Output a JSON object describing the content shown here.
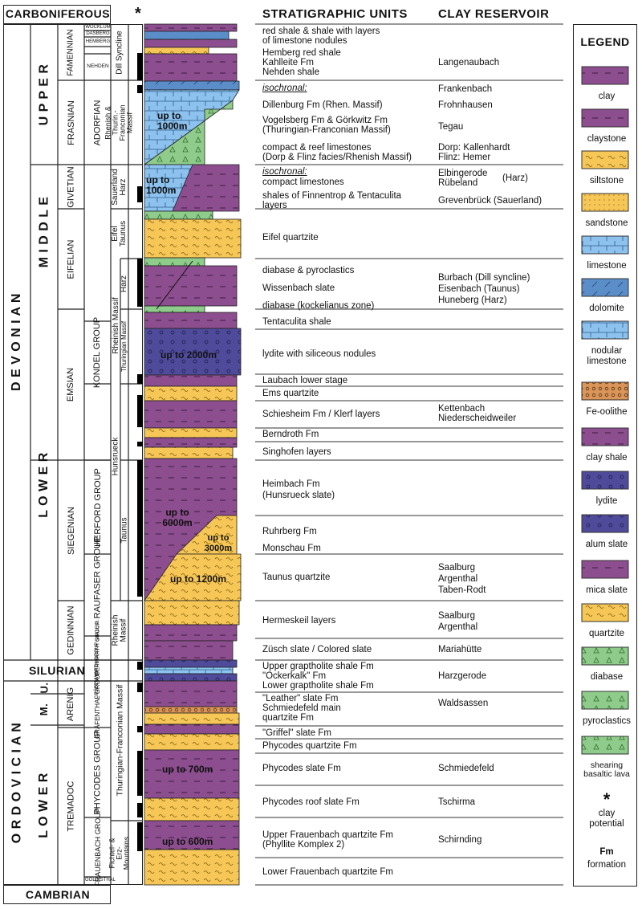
{
  "header": {
    "carboniferous": "CARBONIFEROUS",
    "star": "*",
    "units_title": "STRATIGRAPHIC UNITS",
    "reservoir_title": "CLAY RESERVOIR",
    "cambrian": "CAMBRIAN"
  },
  "systems": [
    {
      "id": "devonian",
      "label": "D E V O N I A N"
    },
    {
      "id": "silurian",
      "label": "SILURIAN"
    },
    {
      "id": "ordovician",
      "label": "O R D O V I C I A N"
    }
  ],
  "series": [
    {
      "id": "upper",
      "label": "U P P E R"
    },
    {
      "id": "middle",
      "label": "M I D D L E"
    },
    {
      "id": "lower-dev",
      "label": "L O W E R"
    },
    {
      "id": "u",
      "label": "U."
    },
    {
      "id": "m",
      "label": "M."
    },
    {
      "id": "lower-ord",
      "label": "L O W E R"
    }
  ],
  "stages": [
    {
      "id": "famennian",
      "label": "FAMENNIAN"
    },
    {
      "id": "frasnian",
      "label": "FRASNIAN"
    },
    {
      "id": "givetian",
      "label": "GIVETIAN"
    },
    {
      "id": "eifelian",
      "label": "EIFELIAN"
    },
    {
      "id": "emsian",
      "label": "EMSIAN"
    },
    {
      "id": "siegenian",
      "label": "SIEGENIAN"
    },
    {
      "id": "gedinnian",
      "label": "GEDINNIAN"
    },
    {
      "id": "arenig",
      "label": "ARENIG"
    },
    {
      "id": "tremadoc",
      "label": "TREMADOC"
    }
  ],
  "substages": [
    {
      "id": "wocklum",
      "label": "WOCKLUM"
    },
    {
      "id": "dasberg",
      "label": "DASBERG"
    },
    {
      "id": "hemberg",
      "label": "HEMBERG"
    },
    {
      "id": "nehden",
      "label": "NEHDEN"
    },
    {
      "id": "adorfian",
      "label": "ADORFIAN"
    },
    {
      "id": "kondel",
      "label": "KONDEL GROUP"
    },
    {
      "id": "herford",
      "label": "HERFORD GROUP"
    },
    {
      "id": "raufaser",
      "label": "RAUFASER GROUP"
    },
    {
      "id": "shaleg",
      "label": "SHALE G."
    },
    {
      "id": "gerwarth",
      "label": "GERWARTH GROUP"
    },
    {
      "id": "grafenwarth",
      "label": "GRÄFENWARTH GROUP"
    },
    {
      "id": "grafenthal",
      "label": "GRÄFENTHAL GROUP"
    },
    {
      "id": "phycodes",
      "label": "PHYCODES GROUP"
    },
    {
      "id": "frauenbach",
      "label": "FRAUENBACH GROUP"
    },
    {
      "id": "goldisthal",
      "label": "GOLDISTHAL"
    }
  ],
  "regions": [
    {
      "id": "dill",
      "label": "Dill Syncline"
    },
    {
      "id": "rhenish-thur",
      "label": "Rhenish & Thurin.- Franconian Massif"
    },
    {
      "id": "sauerland",
      "label": "Sauerland Harz"
    },
    {
      "id": "eifel",
      "label": "Eifel Taunus"
    },
    {
      "id": "harz",
      "label": "Harz"
    },
    {
      "id": "rhen-massif",
      "label": "Rheinish Massif"
    },
    {
      "id": "thur-massif",
      "label": "Thuringian Massif"
    },
    {
      "id": "hunsrueck",
      "label": "Hunsrueck"
    },
    {
      "id": "taunus",
      "label": "Taunus"
    },
    {
      "id": "rheinish-massif2",
      "label": "Rheinish Massif"
    },
    {
      "id": "thur-franc",
      "label": "Thuringian-Franconian Massif"
    },
    {
      "id": "fichtel",
      "label": "Fichtel- & Erz- Mountains"
    }
  ],
  "column_labels": [
    {
      "id": "l1000a",
      "label": "up to 1000m"
    },
    {
      "id": "l1000b",
      "label": "up to 1000m"
    },
    {
      "id": "l2000",
      "label": "up to 2000m"
    },
    {
      "id": "l6000",
      "label": "up to 6000m"
    },
    {
      "id": "l3000",
      "label": "up to 3000m"
    },
    {
      "id": "l1200",
      "label": "up to 1200m"
    },
    {
      "id": "l700",
      "label": "up to 700m"
    },
    {
      "id": "l600",
      "label": "up to 600m"
    }
  ],
  "rows": [
    {
      "unit": [
        "red shale & shale with layers",
        "of limestone nodules"
      ],
      "res": []
    },
    {
      "unit": [
        "Hemberg red shale",
        "Kahlleite Fm",
        "Nehden shale"
      ],
      "res": [
        "Langenaubach"
      ]
    },
    {
      "unit": [
        "isochronal:",
        "Dillenburg Fm (Rhen. Massif)",
        "Vogelsberg Fm & Görkwitz Fm",
        "(Thuringian-Franconian Massif)",
        "compact & reef limestones",
        "(Dorp & Flinz facies/Rhenish Massif)"
      ],
      "res": [
        "Frankenbach",
        "Frohnhausen",
        "Tegau",
        "Dorp: Kallenhardt",
        "Flinz: Hemer"
      ]
    },
    {
      "unit": [
        "isochronal:",
        "compact limestones",
        "shales of Finnentrop & Tentaculita",
        "layers"
      ],
      "res": [
        "Elbingerode",
        "Rübeland",
        "(Harz)",
        "Grevenbrück (Sauerland)"
      ]
    },
    {
      "unit": [
        "Eifel quartzite"
      ],
      "res": []
    },
    {
      "unit": [
        "diabase & pyroclastics",
        "Wissenbach slate",
        "diabase (kockelianus zone)"
      ],
      "res": [
        "Burbach (Dill syncline)",
        "Eisenbach (Taunus)",
        "Huneberg (Harz)"
      ]
    },
    {
      "unit": [
        "Tentaculita shale"
      ],
      "res": []
    },
    {
      "unit": [
        "lydite with siliceous nodules"
      ],
      "res": []
    },
    {
      "unit": [
        "Laubach lower stage"
      ],
      "res": []
    },
    {
      "unit": [
        "Ems quartzite"
      ],
      "res": []
    },
    {
      "unit": [
        "Schiesheim Fm / Klerf layers"
      ],
      "res": [
        "Kettenbach",
        "Niederscheidweiler"
      ]
    },
    {
      "unit": [
        "Berndroth Fm"
      ],
      "res": []
    },
    {
      "unit": [
        "Singhofen layers"
      ],
      "res": []
    },
    {
      "unit": [
        "Heimbach Fm",
        "(Hunsrueck slate)"
      ],
      "res": []
    },
    {
      "unit": [
        "Ruhrberg Fm",
        "Monschau Fm"
      ],
      "res": []
    },
    {
      "unit": [
        "Taunus quartzite"
      ],
      "res": [
        "Saalburg",
        "Argenthal",
        "Taben-Rodt"
      ]
    },
    {
      "unit": [
        "Hermeskeil layers"
      ],
      "res": [
        "Saalburg",
        "Argenthal"
      ]
    },
    {
      "unit": [
        "Züsch slate / Colored slate"
      ],
      "res": [
        "Mariahütte"
      ]
    },
    {
      "unit": [
        "Upper graptholite shale Fm",
        "\"Ockerkalk\" Fm",
        "Lower graptholite shale Fm"
      ],
      "res": [
        "Harzgerode"
      ]
    },
    {
      "unit": [
        "\"Leather\" slate Fm",
        "Schmiedefeld main",
        "quartzite Fm"
      ],
      "res": [
        "Waldsassen"
      ]
    },
    {
      "unit": [
        "\"Griffel\" slate Fm"
      ],
      "res": []
    },
    {
      "unit": [
        "Phycodes quartzite Fm"
      ],
      "res": []
    },
    {
      "unit": [
        "Phycodes slate Fm"
      ],
      "res": [
        "Schmiedefeld"
      ]
    },
    {
      "unit": [
        "Phycodes roof slate Fm"
      ],
      "res": [
        "Tschirma"
      ]
    },
    {
      "unit": [
        "Upper Frauenbach quartzite Fm",
        "(Phyllite Komplex 2)"
      ],
      "res": [
        "Schirnding"
      ]
    },
    {
      "unit": [
        "Lower Frauenbach quartzite Fm"
      ],
      "res": []
    }
  ],
  "legend": {
    "title": "LEGEND",
    "items": [
      {
        "label": "clay",
        "color": "#8c4e8e"
      },
      {
        "label": "claystone",
        "color": "#8c4e8e"
      },
      {
        "label": "siltstone",
        "color": "#f6c656"
      },
      {
        "label": "sandstone",
        "color": "#f6c656"
      },
      {
        "label": "limestone",
        "color": "#8dc1ee"
      },
      {
        "label": "dolomite",
        "color": "#5b8dc9"
      },
      {
        "label": "nodular limestone",
        "color": "#8dc1ee"
      },
      {
        "label": "Fe-oolithe",
        "color": "#d9955a"
      },
      {
        "label": "clay shale",
        "color": "#8c4e8e"
      },
      {
        "label": "lydite",
        "color": "#4f4b9a"
      },
      {
        "label": "alum slate",
        "color": "#4f4b9a"
      },
      {
        "label": "mica slate",
        "color": "#8c4e8e"
      },
      {
        "label": "quartzite",
        "color": "#f6c656"
      },
      {
        "label": "diabase",
        "color": "#8fcc8c"
      },
      {
        "label": "pyroclastics",
        "color": "#8fcc8c"
      },
      {
        "label": "shearing basaltic lava",
        "color": "#8fcc8c"
      }
    ],
    "star": "*",
    "star_label": "clay potential",
    "fm": "Fm",
    "fm_label": "formation"
  }
}
